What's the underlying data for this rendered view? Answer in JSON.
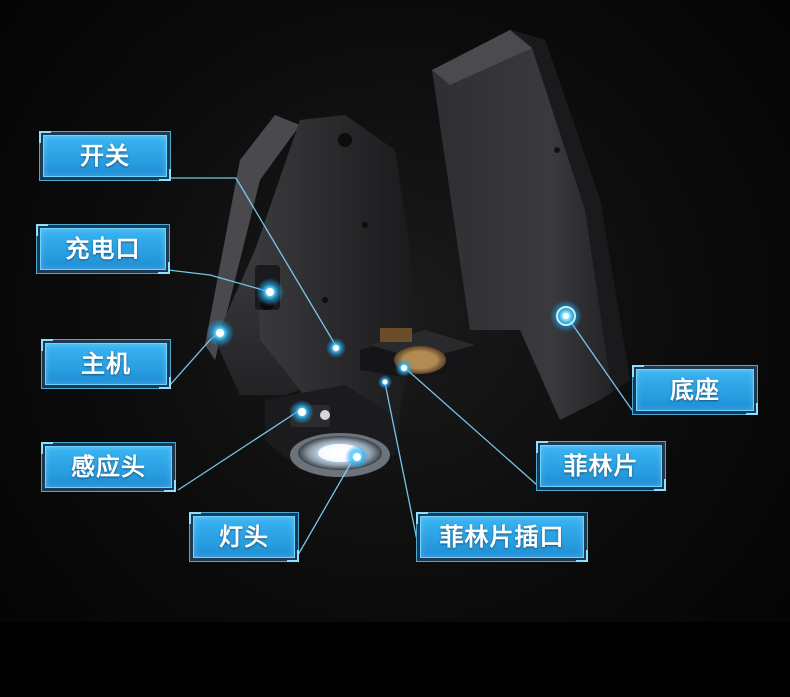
{
  "labels": {
    "switch": "开关",
    "charging_port": "充电口",
    "main_unit": "主机",
    "sensor_head": "感应头",
    "lamp_head": "灯头",
    "base": "底座",
    "film": "菲林片",
    "film_slot": "菲林片插口"
  },
  "colors": {
    "label_fill": "#2aa3e8",
    "label_border": "#6fd3ff",
    "leader_line": "#7fd8ff",
    "hotspot_glow": "#39c6ff",
    "background": "#0b0b0b"
  }
}
